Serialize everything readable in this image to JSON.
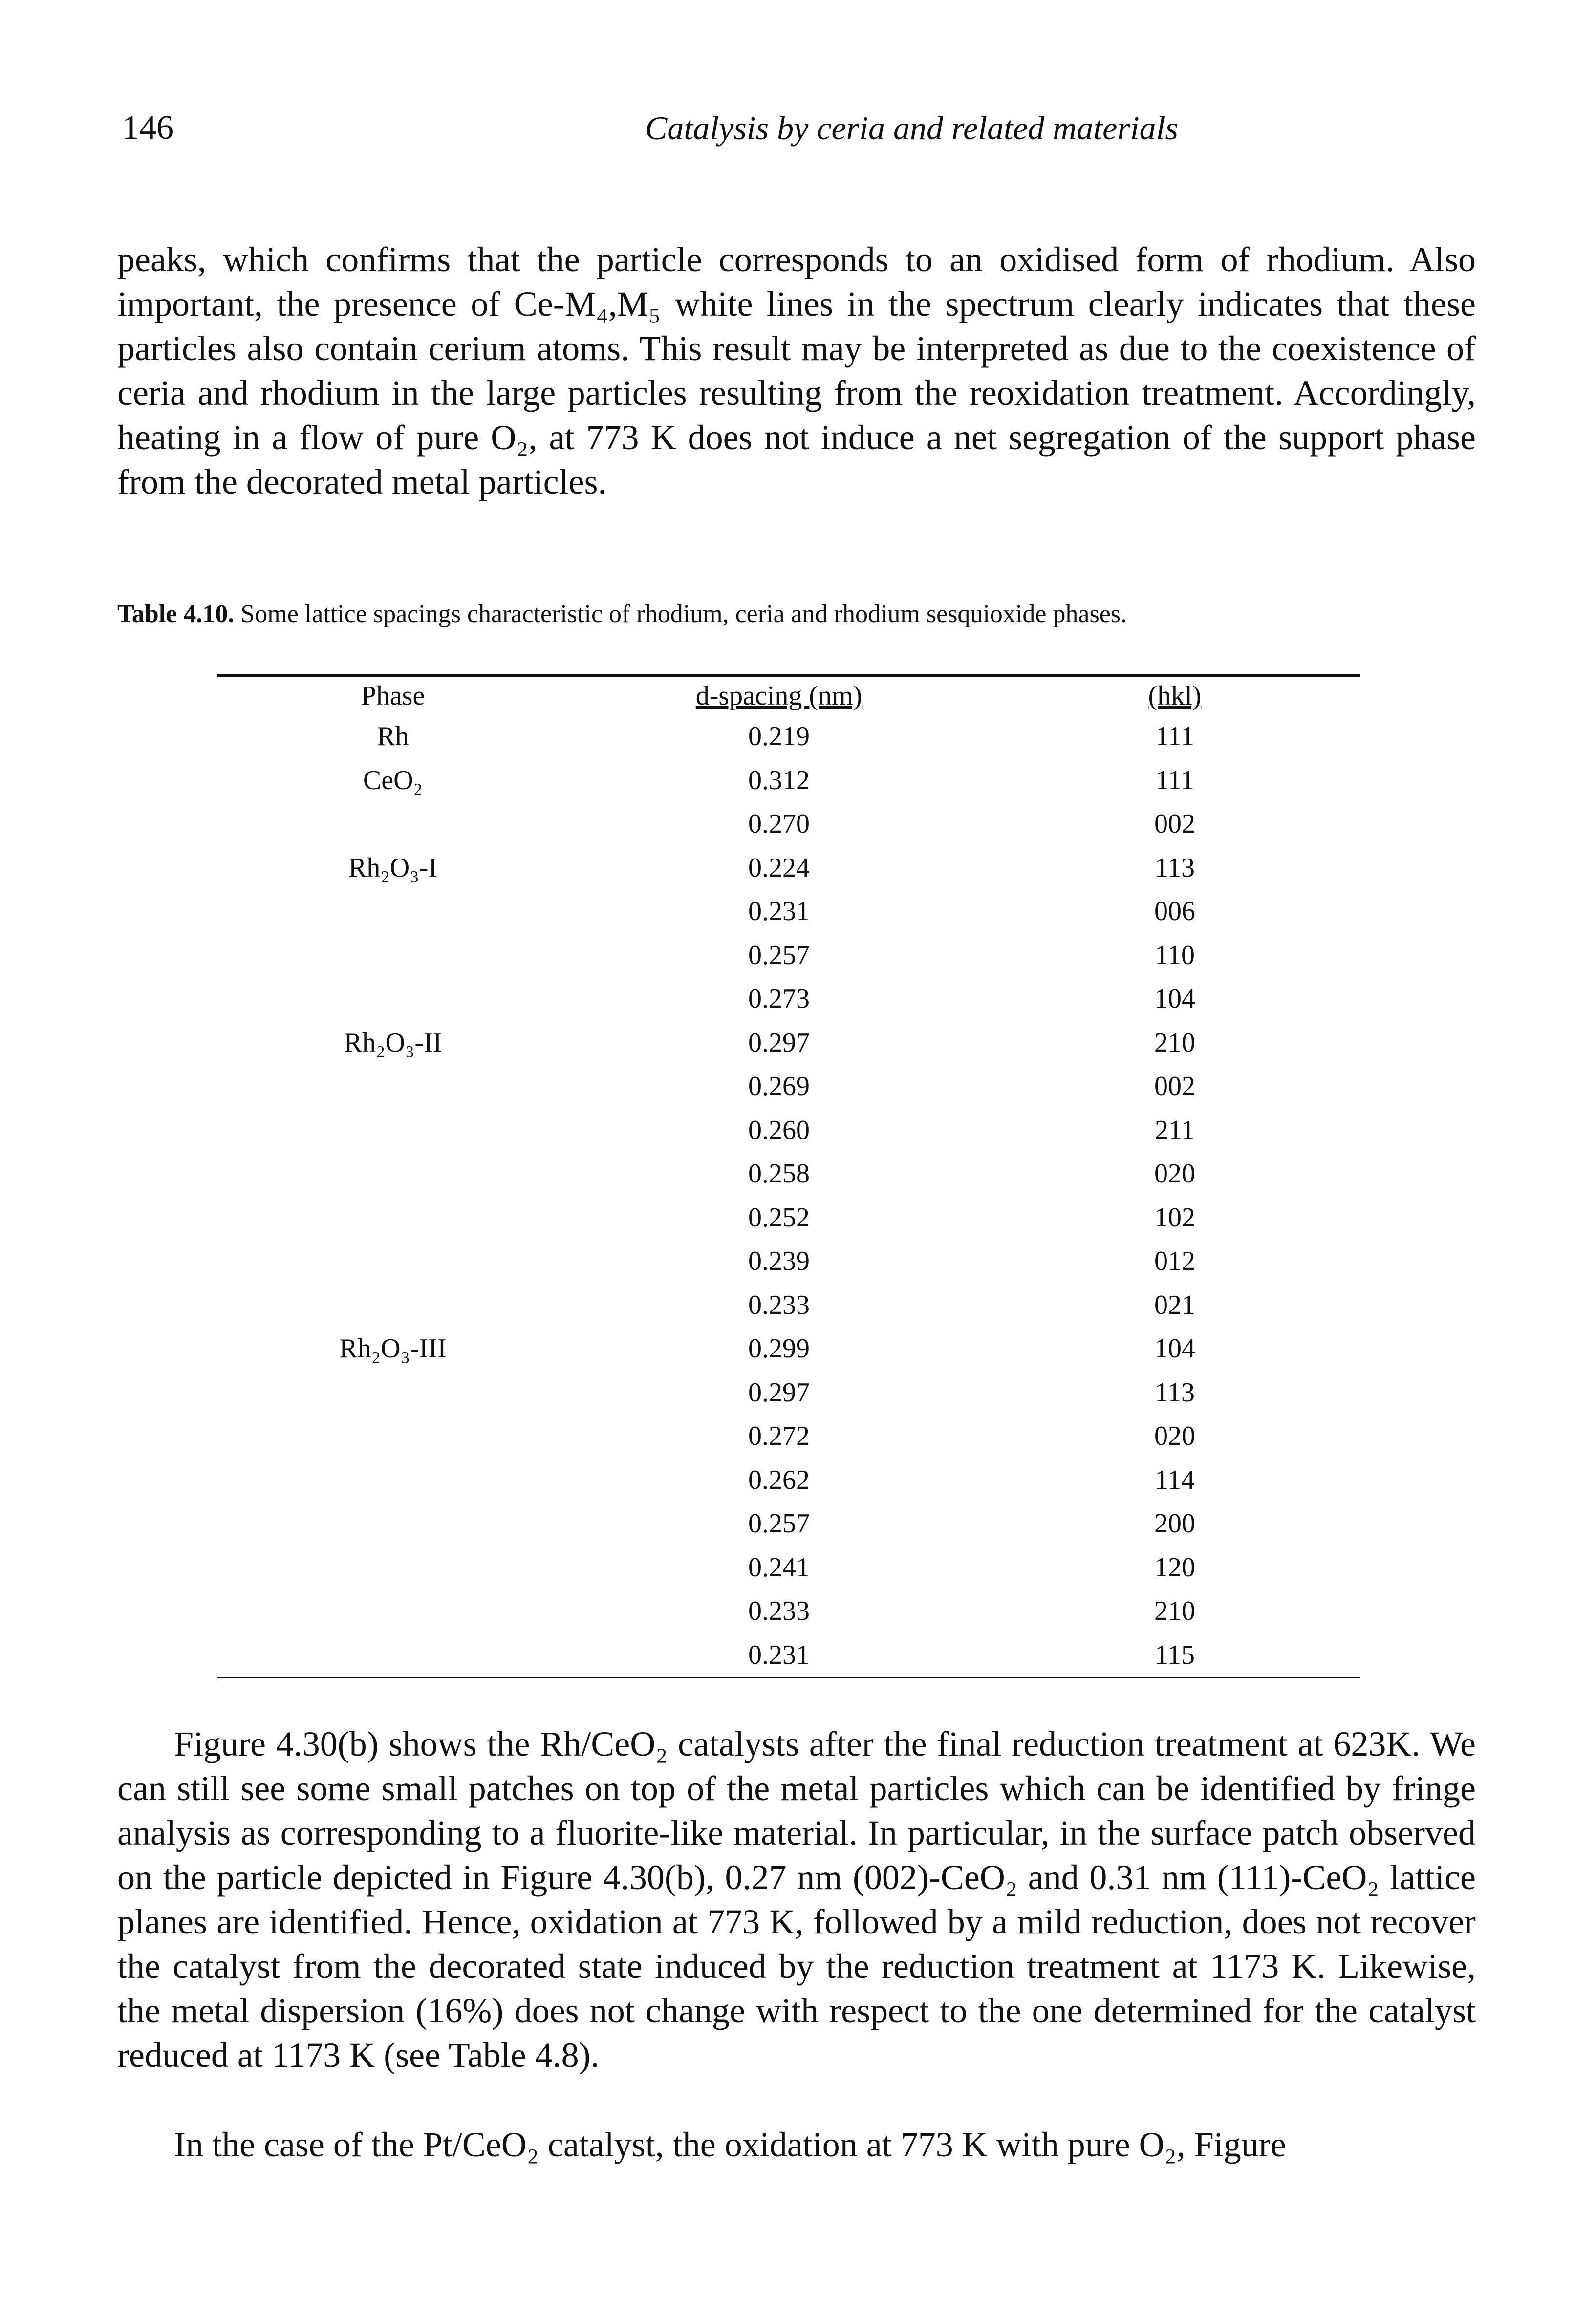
{
  "header": {
    "page_number": "146",
    "running_title": "Catalysis by ceria and related materials"
  },
  "paragraphs": {
    "p1": "peaks, which confirms that the particle corresponds to an oxidised form of rhodium. Also important, the presence of Ce-M₄,M₅ white lines in the spectrum clearly indicates that these particles also contain cerium atoms. This result may be interpreted as due to the coexistence of ceria and rhodium in the large particles resulting from the reoxidation treatment. Accordingly, heating in a flow of pure O₂, at 773 K does not induce a net segregation of the support phase from the decorated metal particles.",
    "p2": "Figure 4.30(b) shows the Rh/CeO₂ catalysts after the final reduction treatment at 623K. We can still see some small patches on top of the metal particles which can be identified by fringe analysis as corresponding to a fluorite-like material. In particular, in the surface patch observed on the particle depicted in Figure 4.30(b), 0.27 nm (002)-CeO₂ and 0.31 nm (111)-CeO₂ lattice planes are identified. Hence, oxidation at 773 K, followed by a mild reduction, does not recover the catalyst from the decorated state induced by the reduction treatment at 1173 K. Likewise, the metal dispersion (16%) does not change with respect to the one determined for the catalyst reduced at 1173 K (see Table 4.8).",
    "p3": "In the case of the Pt/CeO₂ catalyst, the oxidation at 773 K with pure O₂, Figure"
  },
  "table": {
    "caption_label": "Table 4.10.",
    "caption_text": " Some lattice spacings characteristic of rhodium, ceria and rhodium sesquioxide phases.",
    "headers": {
      "phase": "Phase",
      "d_spacing": "d-spacing (nm)",
      "hkl": "(hkl)"
    },
    "rows": [
      {
        "phase": "Rh",
        "d": "0.219",
        "hkl": "111"
      },
      {
        "phase": "CeO₂",
        "d": "0.312",
        "hkl": "111"
      },
      {
        "phase": "",
        "d": "0.270",
        "hkl": "002"
      },
      {
        "phase": "Rh₂O₃-I",
        "d": "0.224",
        "hkl": "113"
      },
      {
        "phase": "",
        "d": "0.231",
        "hkl": "006"
      },
      {
        "phase": "",
        "d": "0.257",
        "hkl": "110"
      },
      {
        "phase": "",
        "d": "0.273",
        "hkl": "104"
      },
      {
        "phase": "Rh₂O₃-II",
        "d": "0.297",
        "hkl": "210"
      },
      {
        "phase": "",
        "d": "0.269",
        "hkl": "002"
      },
      {
        "phase": "",
        "d": "0.260",
        "hkl": "211"
      },
      {
        "phase": "",
        "d": "0.258",
        "hkl": "020"
      },
      {
        "phase": "",
        "d": "0.252",
        "hkl": "102"
      },
      {
        "phase": "",
        "d": "0.239",
        "hkl": "012"
      },
      {
        "phase": "",
        "d": "0.233",
        "hkl": "021"
      },
      {
        "phase": "Rh₂O₃-III",
        "d": "0.299",
        "hkl": "104"
      },
      {
        "phase": "",
        "d": "0.297",
        "hkl": "113"
      },
      {
        "phase": "",
        "d": "0.272",
        "hkl": "020"
      },
      {
        "phase": "",
        "d": "0.262",
        "hkl": "114"
      },
      {
        "phase": "",
        "d": "0.257",
        "hkl": "200"
      },
      {
        "phase": "",
        "d": "0.241",
        "hkl": "120"
      },
      {
        "phase": "",
        "d": "0.233",
        "hkl": "210"
      },
      {
        "phase": "",
        "d": "0.231",
        "hkl": "115"
      }
    ]
  }
}
